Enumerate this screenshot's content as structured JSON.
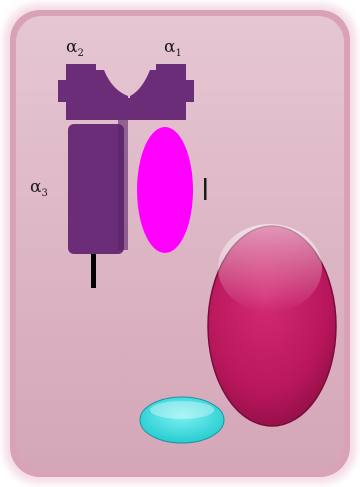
{
  "labels": {
    "alpha1": "α",
    "alpha1_sub": "1",
    "alpha2": "α",
    "alpha2_sub": "2",
    "alpha3": "α",
    "alpha3_sub": "3",
    "pink_marker": "I"
  },
  "colors": {
    "cell_fill": "#DDB8C6",
    "cell_border": "#D79CB2",
    "cell_border_glow": "#F3D6E1",
    "hla_chain": "#6B2C78",
    "hla_chain_dark": "#4E1E58",
    "beta2m": "#FF00FF",
    "nucleus": "#C0185E",
    "nucleus_edge": "#8C0F45",
    "cyan_organelle": "#39D9DC",
    "membrane_stalk": "#000000"
  }
}
